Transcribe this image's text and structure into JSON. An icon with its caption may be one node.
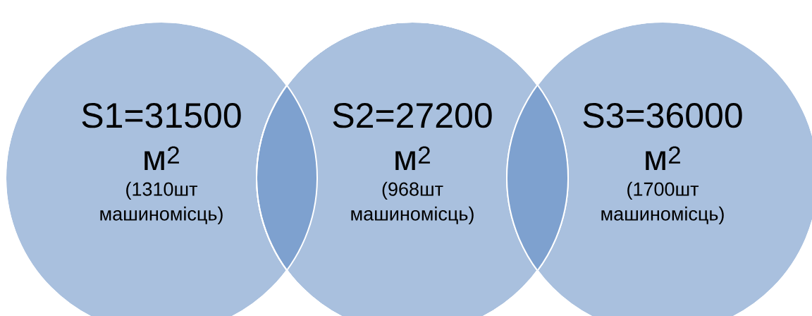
{
  "diagram": {
    "nodes": [
      {
        "text": [
          "S1=31500 м$^{2}$",
          "(1310шт машиномісць)"
        ]
      },
      {
        "text": [
          "S2=27200 м$^{2}$",
          "(968шт машиномісць)"
        ]
      },
      {
        "text": [
          "S3=36000 м$^{2}$",
          "(1700шт машиномісць)"
        ]
      }
    ]
  }
}
